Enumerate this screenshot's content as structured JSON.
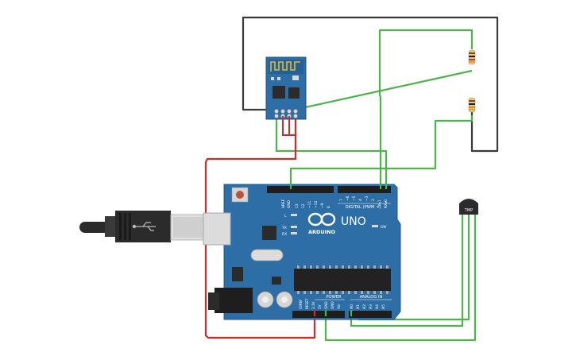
{
  "board": {
    "brand": "ARDUINO",
    "model": "UNO",
    "digital_label": "DIGITAL (PWM ~)",
    "power_label": "POWER",
    "analog_label": "ANALOG IN",
    "on_label": "ON",
    "led_l": "L",
    "led_tx": "TX",
    "led_rx": "RX",
    "top_pins": [
      "AREF",
      "GND",
      "13",
      "12",
      "~11",
      "~10",
      "~9",
      "8",
      "7",
      "~6",
      "~5",
      "4",
      "~3",
      "2",
      "TX▸1",
      "RX◂0"
    ],
    "power_pins": [
      "IOREF",
      "RESET",
      "3.3V",
      "5V",
      "GND",
      "GND",
      "Vin"
    ],
    "analog_pins": [
      "A0",
      "A1",
      "A2",
      "A3",
      "A4",
      "A5"
    ]
  },
  "sensor": {
    "label": "TMP"
  },
  "colors": {
    "board": "#2d6ea6",
    "wire_black": "#3a3a3a",
    "wire_green": "#4cb54a",
    "wire_red": "#d22a2a",
    "esp_board": "#2d6ea6",
    "antenna": "#e8b923"
  }
}
